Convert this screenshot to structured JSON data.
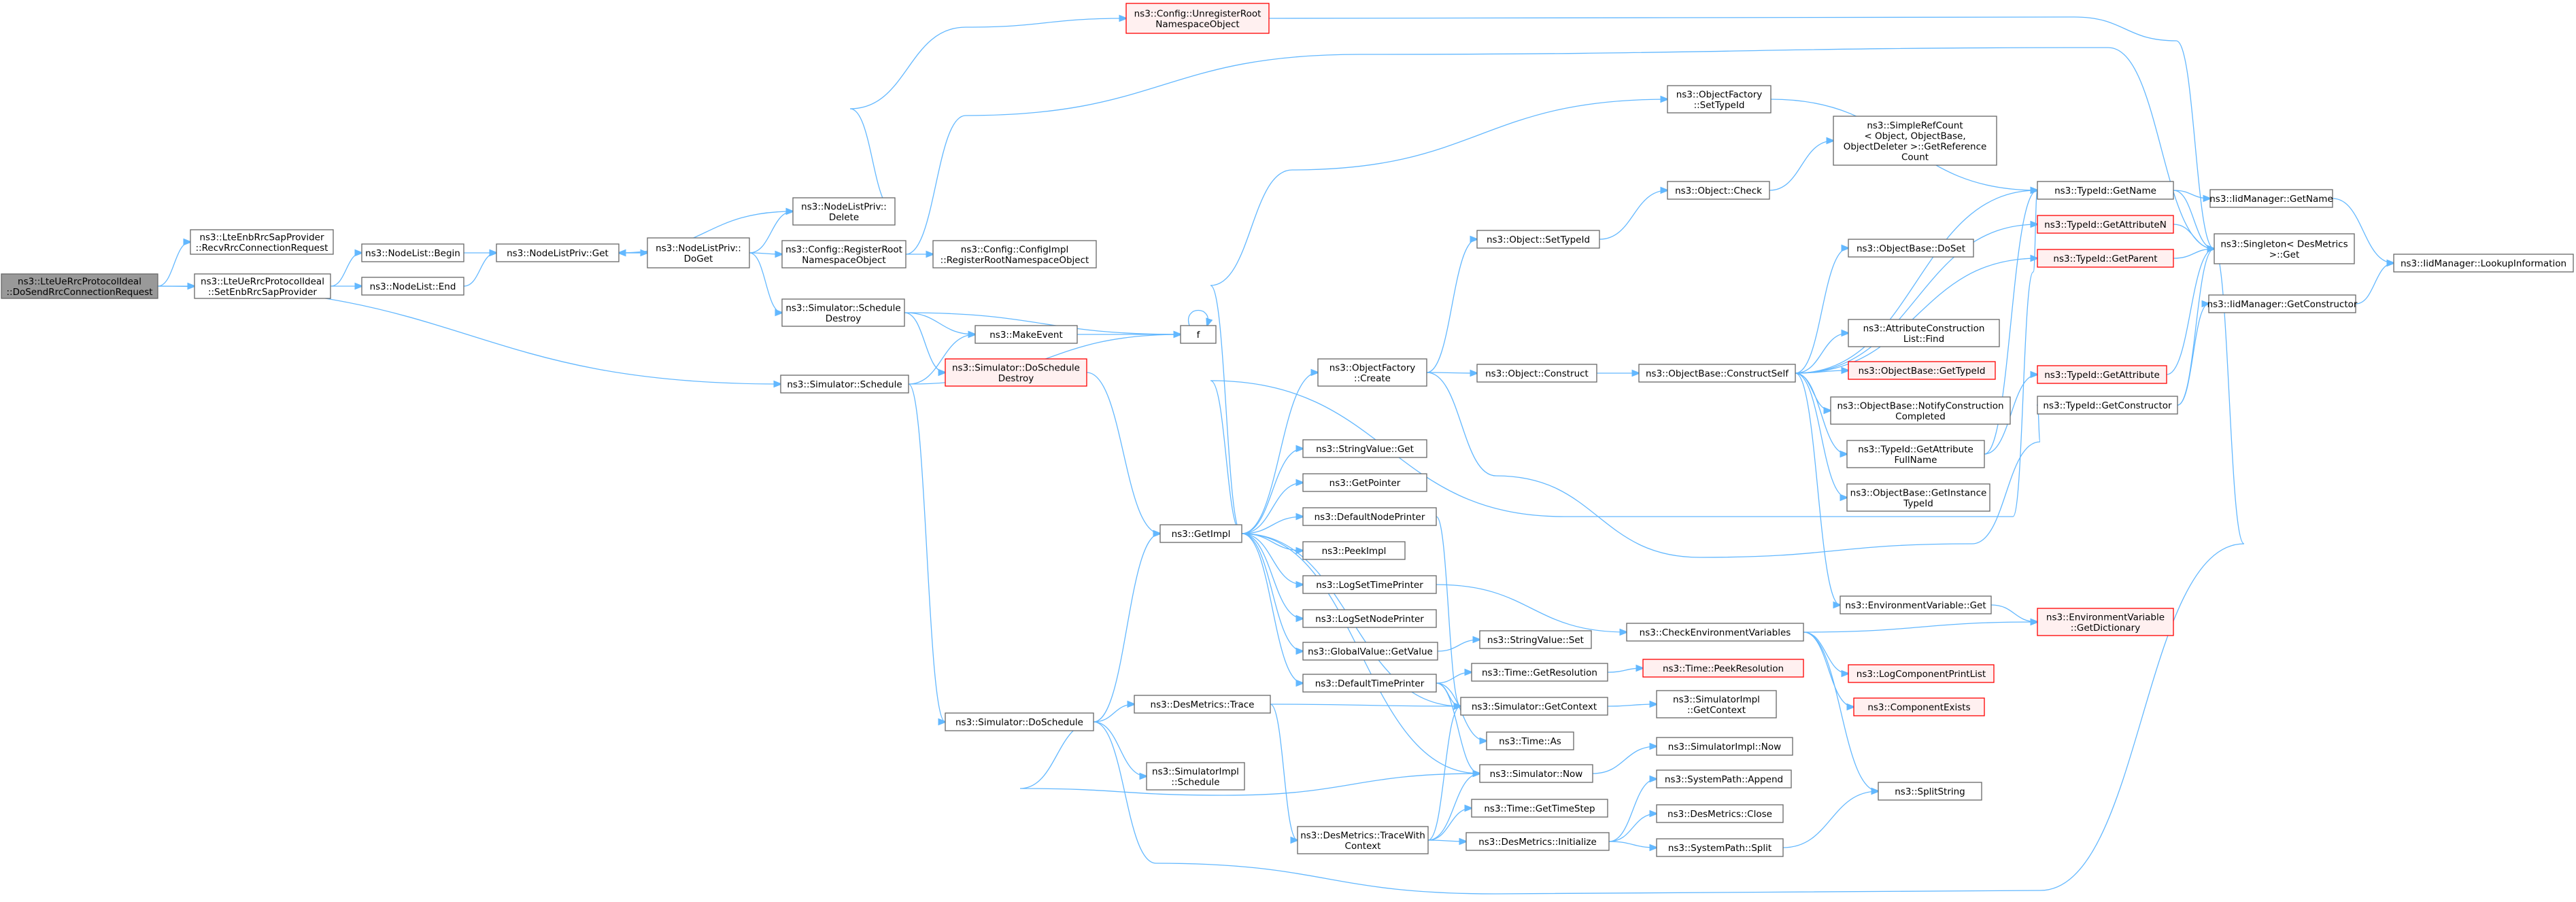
{
  "colors": {
    "edge": "#63b8ff",
    "normal_border": "#666666",
    "normal_fill": "#ffffff",
    "truncated_border": "#ff0000",
    "truncated_fill": "#fff0f0",
    "root_border": "#666666",
    "root_fill": "#999999"
  },
  "nodes": [
    {
      "id": "root",
      "label": [
        "ns3::LteUeRrcProtocolIdeal",
        "::DoSendRrcConnectionRequest"
      ],
      "style": "root"
    },
    {
      "id": "enbrecv",
      "label": [
        "ns3::LteEnbRrcSapProvider",
        "::RecvRrcConnectionRequest"
      ]
    },
    {
      "id": "setenb",
      "label": [
        "ns3::LteUeRrcProtocolIdeal",
        "::SetEnbRrcSapProvider"
      ]
    },
    {
      "id": "nlbegin",
      "label": [
        "ns3::NodeList::Begin"
      ]
    },
    {
      "id": "nlend",
      "label": [
        "ns3::NodeList::End"
      ]
    },
    {
      "id": "nlpget",
      "label": [
        "ns3::NodeListPriv::Get"
      ]
    },
    {
      "id": "nlpdoget",
      "label": [
        "ns3::NodeListPriv::",
        "DoGet"
      ]
    },
    {
      "id": "nlpdelete",
      "label": [
        "ns3::NodeListPriv::",
        "Delete"
      ]
    },
    {
      "id": "cfgreg",
      "label": [
        "ns3::Config::RegisterRoot",
        "NamespaceObject"
      ]
    },
    {
      "id": "cfgimplreg",
      "label": [
        "ns3::Config::ConfigImpl",
        "::RegisterRootNamespaceObject"
      ]
    },
    {
      "id": "cfgunreg",
      "label": [
        "ns3::Config::UnregisterRoot",
        "NamespaceObject"
      ],
      "style": "truncated"
    },
    {
      "id": "simschdestroy",
      "label": [
        "ns3::Simulator::Schedule",
        "Destroy"
      ]
    },
    {
      "id": "simsched",
      "label": [
        "ns3::Simulator::Schedule"
      ]
    },
    {
      "id": "simdosched",
      "label": [
        "ns3::Simulator::DoSchedule"
      ]
    },
    {
      "id": "makeevent",
      "label": [
        "ns3::MakeEvent"
      ]
    },
    {
      "id": "simdoschdestroy",
      "label": [
        "ns3::Simulator::DoSchedule",
        "Destroy"
      ],
      "style": "truncated"
    },
    {
      "id": "f",
      "label": [
        "f"
      ]
    },
    {
      "id": "getimpl",
      "label": [
        "ns3::GetImpl"
      ]
    },
    {
      "id": "objfactcreate",
      "label": [
        "ns3::ObjectFactory",
        "::Create"
      ]
    },
    {
      "id": "objfactsettypeid",
      "label": [
        "ns3::ObjectFactory",
        "::SetTypeId"
      ]
    },
    {
      "id": "stringvalueget",
      "label": [
        "ns3::StringValue::Get"
      ]
    },
    {
      "id": "getpointer",
      "label": [
        "ns3::GetPointer"
      ]
    },
    {
      "id": "defnodeprinter",
      "label": [
        "ns3::DefaultNodePrinter"
      ]
    },
    {
      "id": "peekimpl",
      "label": [
        "ns3::PeekImpl"
      ]
    },
    {
      "id": "logsettimeprinter",
      "label": [
        "ns3::LogSetTimePrinter"
      ]
    },
    {
      "id": "logsetnodeprinter",
      "label": [
        "ns3::LogSetNodePrinter"
      ]
    },
    {
      "id": "globalvalueget",
      "label": [
        "ns3::GlobalValue::GetValue"
      ]
    },
    {
      "id": "deftimeprinter",
      "label": [
        "ns3::DefaultTimePrinter"
      ]
    },
    {
      "id": "desmetricstrace",
      "label": [
        "ns3::DesMetrics::Trace"
      ]
    },
    {
      "id": "simimplschedule",
      "label": [
        "ns3::SimulatorImpl",
        "::Schedule"
      ]
    },
    {
      "id": "desmetricstracectx",
      "label": [
        "ns3::DesMetrics::TraceWith",
        "Context"
      ]
    },
    {
      "id": "objsettypeid",
      "label": [
        "ns3::Object::SetTypeId"
      ]
    },
    {
      "id": "objcheck",
      "label": [
        "ns3::Object::Check"
      ]
    },
    {
      "id": "simplerefcount",
      "label": [
        "ns3::SimpleRefCount",
        "< Object, ObjectBase,",
        "ObjectDeleter >::GetReference",
        "Count"
      ]
    },
    {
      "id": "objconstruct",
      "label": [
        "ns3::Object::Construct"
      ]
    },
    {
      "id": "objbaseconstructself",
      "label": [
        "ns3::ObjectBase::ConstructSelf"
      ]
    },
    {
      "id": "stringvalueset",
      "label": [
        "ns3::StringValue::Set"
      ]
    },
    {
      "id": "timegetres",
      "label": [
        "ns3::Time::GetResolution"
      ]
    },
    {
      "id": "simgetcontext",
      "label": [
        "ns3::Simulator::GetContext"
      ]
    },
    {
      "id": "timeas",
      "label": [
        "ns3::Time::As"
      ]
    },
    {
      "id": "simnow",
      "label": [
        "ns3::Simulator::Now"
      ]
    },
    {
      "id": "timegettimestep",
      "label": [
        "ns3::Time::GetTimeStep"
      ]
    },
    {
      "id": "desmetricsinit",
      "label": [
        "ns3::DesMetrics::Initialize"
      ]
    },
    {
      "id": "checkenvvars",
      "label": [
        "ns3::CheckEnvironmentVariables"
      ]
    },
    {
      "id": "timepeekres",
      "label": [
        "ns3::Time::PeekResolution"
      ],
      "style": "truncated"
    },
    {
      "id": "simimplgetctx",
      "label": [
        "ns3::SimulatorImpl",
        "::GetContext"
      ]
    },
    {
      "id": "simimplnow",
      "label": [
        "ns3::SimulatorImpl::Now"
      ]
    },
    {
      "id": "syspathappend",
      "label": [
        "ns3::SystemPath::Append"
      ]
    },
    {
      "id": "desmetricsclose",
      "label": [
        "ns3::DesMetrics::Close"
      ]
    },
    {
      "id": "syspathsplit",
      "label": [
        "ns3::SystemPath::Split"
      ]
    },
    {
      "id": "objbasedoset",
      "label": [
        "ns3::ObjectBase::DoSet"
      ]
    },
    {
      "id": "attrconstrfind",
      "label": [
        "ns3::AttributeConstruction",
        "List::Find"
      ]
    },
    {
      "id": "objbasegettypeid",
      "label": [
        "ns3::ObjectBase::GetTypeId"
      ],
      "style": "truncated"
    },
    {
      "id": "objbasenotify",
      "label": [
        "ns3::ObjectBase::NotifyConstruction",
        "Completed"
      ]
    },
    {
      "id": "typeidgetattrfull",
      "label": [
        "ns3::TypeId::GetAttribute",
        "FullName"
      ]
    },
    {
      "id": "objbasegetinst",
      "label": [
        "ns3::ObjectBase::GetInstance",
        "TypeId"
      ]
    },
    {
      "id": "envvarget",
      "label": [
        "ns3::EnvironmentVariable::Get"
      ]
    },
    {
      "id": "typeidgetname",
      "label": [
        "ns3::TypeId::GetName"
      ]
    },
    {
      "id": "typeidgetattrn",
      "label": [
        "ns3::TypeId::GetAttributeN"
      ],
      "style": "truncated"
    },
    {
      "id": "typeidgetparent",
      "label": [
        "ns3::TypeId::GetParent"
      ],
      "style": "truncated"
    },
    {
      "id": "typeidgetattr",
      "label": [
        "ns3::TypeId::GetAttribute"
      ],
      "style": "truncated"
    },
    {
      "id": "typeidgetctor",
      "label": [
        "ns3::TypeId::GetConstructor"
      ]
    },
    {
      "id": "envvargetdict",
      "label": [
        "ns3::EnvironmentVariable",
        "::GetDictionary"
      ],
      "style": "truncated"
    },
    {
      "id": "logcompprintlist",
      "label": [
        "ns3::LogComponentPrintList"
      ],
      "style": "truncated"
    },
    {
      "id": "compexists",
      "label": [
        "ns3::ComponentExists"
      ],
      "style": "truncated"
    },
    {
      "id": "splitstring",
      "label": [
        "ns3::SplitString"
      ]
    },
    {
      "id": "iidmgrgetname",
      "label": [
        "ns3::IidManager::GetName"
      ]
    },
    {
      "id": "singletonget",
      "label": [
        "ns3::Singleton< DesMetrics",
        " >::Get"
      ]
    },
    {
      "id": "iidmgrgetctor",
      "label": [
        "ns3::IidManager::GetConstructor"
      ]
    },
    {
      "id": "iidmgrlookup",
      "label": [
        "ns3::IidManager::LookupInformation"
      ]
    }
  ],
  "edges": [
    [
      "root",
      "enbrecv"
    ],
    [
      "root",
      "setenb"
    ],
    [
      "root",
      "simsched"
    ],
    [
      "setenb",
      "nlbegin"
    ],
    [
      "setenb",
      "nlend"
    ],
    [
      "nlbegin",
      "nlpget"
    ],
    [
      "nlend",
      "nlpget"
    ],
    [
      "nlpget",
      "nlpdoget"
    ],
    [
      "nlpdoget",
      "nlpget"
    ],
    [
      "nlpdoget",
      "nlpdelete"
    ],
    [
      "nlpdoget",
      "cfgreg"
    ],
    [
      "nlpdoget",
      "simschdestroy"
    ],
    [
      "nlpdelete",
      "nlpget"
    ],
    [
      "nlpdelete",
      "cfgunreg"
    ],
    [
      "cfgreg",
      "cfgimplreg"
    ],
    [
      "cfgreg",
      "singletonget"
    ],
    [
      "cfgunreg",
      "singletonget"
    ],
    [
      "simschdestroy",
      "makeevent"
    ],
    [
      "simschdestroy",
      "simdoschdestroy"
    ],
    [
      "simschdestroy",
      "f"
    ],
    [
      "simsched",
      "makeevent"
    ],
    [
      "simsched",
      "simdosched"
    ],
    [
      "simsched",
      "f"
    ],
    [
      "makeevent",
      "f"
    ],
    [
      "f",
      "f"
    ],
    [
      "simdoschdestroy",
      "getimpl"
    ],
    [
      "simdosched",
      "getimpl"
    ],
    [
      "simdosched",
      "desmetricstrace"
    ],
    [
      "simdosched",
      "simimplschedule"
    ],
    [
      "simdosched",
      "simnow"
    ],
    [
      "simdosched",
      "singletonget"
    ],
    [
      "getimpl",
      "objfactcreate"
    ],
    [
      "getimpl",
      "objfactsettypeid"
    ],
    [
      "getimpl",
      "stringvalueget"
    ],
    [
      "getimpl",
      "getpointer"
    ],
    [
      "getimpl",
      "defnodeprinter"
    ],
    [
      "getimpl",
      "peekimpl"
    ],
    [
      "getimpl",
      "logsettimeprinter"
    ],
    [
      "getimpl",
      "logsetnodeprinter"
    ],
    [
      "getimpl",
      "globalvalueget"
    ],
    [
      "getimpl",
      "deftimeprinter"
    ],
    [
      "getimpl",
      "simgetcontext"
    ],
    [
      "getimpl",
      "simnow"
    ],
    [
      "getimpl",
      "typeidgetname"
    ],
    [
      "objfactsettypeid",
      "typeidgetname"
    ],
    [
      "objfactcreate",
      "objsettypeid"
    ],
    [
      "objfactcreate",
      "objconstruct"
    ],
    [
      "objfactcreate",
      "typeidgetctor"
    ],
    [
      "objsettypeid",
      "objcheck"
    ],
    [
      "objcheck",
      "simplerefcount"
    ],
    [
      "objconstruct",
      "objbaseconstructself"
    ],
    [
      "objbaseconstructself",
      "typeidgetname"
    ],
    [
      "objbaseconstructself",
      "typeidgetattrn"
    ],
    [
      "objbaseconstructself",
      "typeidgetparent"
    ],
    [
      "objbaseconstructself",
      "objbasedoset"
    ],
    [
      "objbaseconstructself",
      "attrconstrfind"
    ],
    [
      "objbaseconstructself",
      "objbasegettypeid"
    ],
    [
      "objbaseconstructself",
      "objbasenotify"
    ],
    [
      "objbaseconstructself",
      "typeidgetattrfull"
    ],
    [
      "objbaseconstructself",
      "objbasegetinst"
    ],
    [
      "objbaseconstructself",
      "envvarget"
    ],
    [
      "typeidgetattrfull",
      "typeidgetattr"
    ],
    [
      "typeidgetattrfull",
      "typeidgetname"
    ],
    [
      "typeidgetname",
      "iidmgrgetname"
    ],
    [
      "typeidgetname",
      "singletonget"
    ],
    [
      "typeidgetattrn",
      "singletonget"
    ],
    [
      "typeidgetparent",
      "singletonget"
    ],
    [
      "typeidgetattr",
      "singletonget"
    ],
    [
      "typeidgetctor",
      "iidmgrgetctor"
    ],
    [
      "typeidgetctor",
      "singletonget"
    ],
    [
      "iidmgrgetname",
      "iidmgrlookup"
    ],
    [
      "iidmgrgetctor",
      "iidmgrlookup"
    ],
    [
      "globalvalueget",
      "stringvalueset"
    ],
    [
      "defnodeprinter",
      "simgetcontext"
    ],
    [
      "logsettimeprinter",
      "checkenvvars"
    ],
    [
      "deftimeprinter",
      "timegetres"
    ],
    [
      "deftimeprinter",
      "simgetcontext"
    ],
    [
      "deftimeprinter",
      "timeas"
    ],
    [
      "deftimeprinter",
      "simnow"
    ],
    [
      "timegetres",
      "timepeekres"
    ],
    [
      "simgetcontext",
      "simimplgetctx"
    ],
    [
      "simnow",
      "simimplnow"
    ],
    [
      "checkenvvars",
      "envvargetdict"
    ],
    [
      "checkenvvars",
      "logcompprintlist"
    ],
    [
      "checkenvvars",
      "compexists"
    ],
    [
      "checkenvvars",
      "splitstring"
    ],
    [
      "envvarget",
      "envvargetdict"
    ],
    [
      "desmetricstrace",
      "desmetricstracectx"
    ],
    [
      "desmetricstrace",
      "simgetcontext"
    ],
    [
      "desmetricstracectx",
      "timegettimestep"
    ],
    [
      "desmetricstracectx",
      "desmetricsinit"
    ],
    [
      "desmetricstracectx",
      "simgetcontext"
    ],
    [
      "desmetricstracectx",
      "simnow"
    ],
    [
      "desmetricsinit",
      "syspathappend"
    ],
    [
      "desmetricsinit",
      "desmetricsclose"
    ],
    [
      "desmetricsinit",
      "syspathsplit"
    ],
    [
      "syspathsplit",
      "splitstring"
    ]
  ]
}
